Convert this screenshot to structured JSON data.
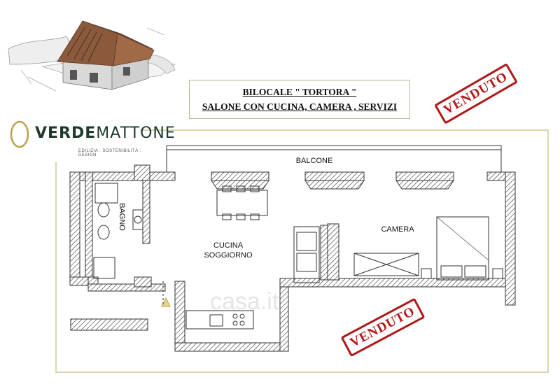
{
  "title": {
    "line1": "BILOCALE  \" TORTORA \"",
    "line2": "SALONE CON CUCINA, CAMERA , SERVIZI"
  },
  "logo": {
    "name_bold": "VERDE",
    "name_regular": "MATTONE",
    "tagline": "EDILIZIA : SOSTENIBILITÀ : DESIGN"
  },
  "stamps": {
    "sold_top": "VENDUTO",
    "sold_bottom": "VENDUTO"
  },
  "rooms": {
    "balcony": "BALCONE",
    "kitchen_line1": "CUCINA",
    "kitchen_line2": "SOGGIORNO",
    "bedroom": "CAMERA",
    "bathroom": "BAGNO"
  },
  "watermark": "casa.it",
  "colors": {
    "frame": "#d8d6b0",
    "title_border": "#b7b48c",
    "stamp": "#b01818",
    "logo_text": "#1f3a2a",
    "logo_ring": "#b8a24a",
    "wall_hatch": "#333333"
  },
  "icons": {
    "house": "house-construction-illustration",
    "logo_mark": "ring-logo-icon"
  }
}
